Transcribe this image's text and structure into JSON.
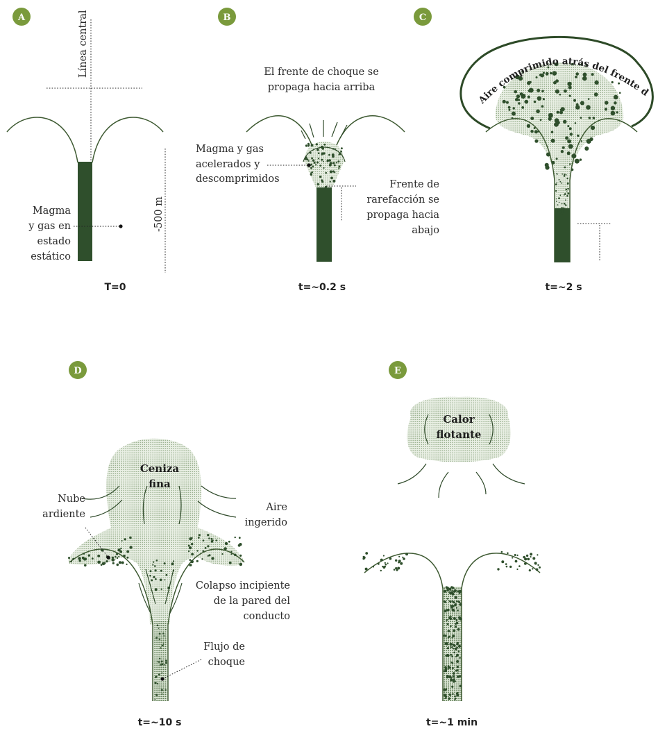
{
  "colors": {
    "badge": "#7a9a3c",
    "magma": "#2f4f2c",
    "stipple": "#9ab28d",
    "ink": "#2a2a2a"
  },
  "panels": {
    "a": {
      "badge": "A",
      "centerline": "Línea central",
      "depth": "-500 m",
      "magma_l1": "Magma",
      "magma_l2": "y gas en",
      "magma_l3": "estado",
      "magma_l4": "estático",
      "time": "T=0"
    },
    "b": {
      "badge": "B",
      "shock_l1": "El frente de choque se",
      "shock_l2": "propaga hacia arriba",
      "magma_l1": "Magma y gas",
      "magma_l2": "acelerados y",
      "magma_l3": "descomprimidos",
      "rare_l1": "Frente de",
      "rare_l2": "rarefacción se",
      "rare_l3": "propaga hacia",
      "rare_l4": "abajo",
      "time": "t=~0.2 s"
    },
    "c": {
      "badge": "C",
      "arc": "Aire comprimido atrás del frente de choque",
      "time": "t=~2 s"
    },
    "d": {
      "badge": "D",
      "ash_l1": "Ceniza",
      "ash_l2": "fina",
      "cloud_l1": "Nube",
      "cloud_l2": "ardiente",
      "air_l1": "Aire",
      "air_l2": "ingerido",
      "collapse_l1": "Colapso incipiente",
      "collapse_l2": "de la pared del",
      "collapse_l3": "conducto",
      "shockflow_l1": "Flujo de",
      "shockflow_l2": "choque",
      "time": "t=~10 s"
    },
    "e": {
      "badge": "E",
      "heat_l1": "Calor",
      "heat_l2": "flotante",
      "time": "t=~1 min"
    }
  }
}
